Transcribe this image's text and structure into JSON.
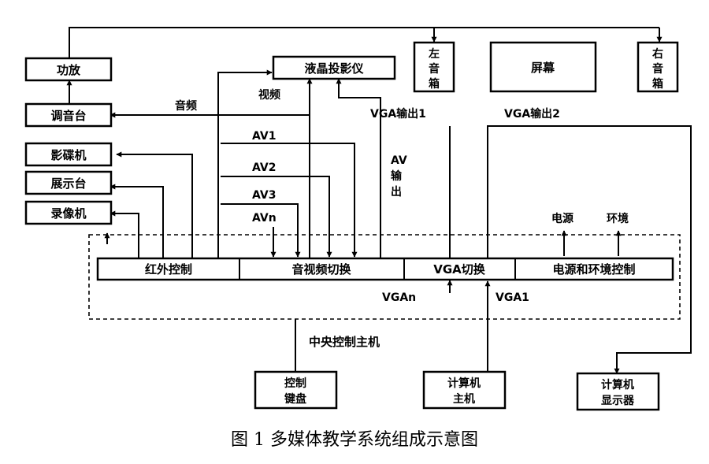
{
  "boxes": {
    "amplifier": "功放",
    "mixer": "调音台",
    "disc_player": "影碟机",
    "document_camera": "展示台",
    "vcr": "录像机",
    "lcd_projector": "液晶投影仪",
    "left_speaker": [
      "左",
      "音",
      "箱"
    ],
    "screen": "屏幕",
    "right_speaker": [
      "右",
      "音",
      "箱"
    ],
    "ir_control": "红外控制",
    "av_switch": "音视频切换",
    "vga_switch": "VGA切换",
    "power_env_control": "电源和环境控制",
    "keyboard": [
      "控制",
      "键盘"
    ],
    "computer_host": [
      "计算机",
      "主机"
    ],
    "computer_monitor": [
      "计算机",
      "显示器"
    ]
  },
  "labels": {
    "audio": "音频",
    "video": "视频",
    "vga_out_1": "VGA输出1",
    "vga_out_2": "VGA输出2",
    "av1": "AV1",
    "av2": "AV2",
    "av3": "AV3",
    "avn": "AVn",
    "av_output": [
      "AV",
      "输",
      "出"
    ],
    "power": "电源",
    "environment": "环境",
    "vgan": "VGAn",
    "vga1": "VGA1",
    "central_host": "中央控制主机"
  },
  "caption": "图 1  多媒体教学系统组成示意图"
}
